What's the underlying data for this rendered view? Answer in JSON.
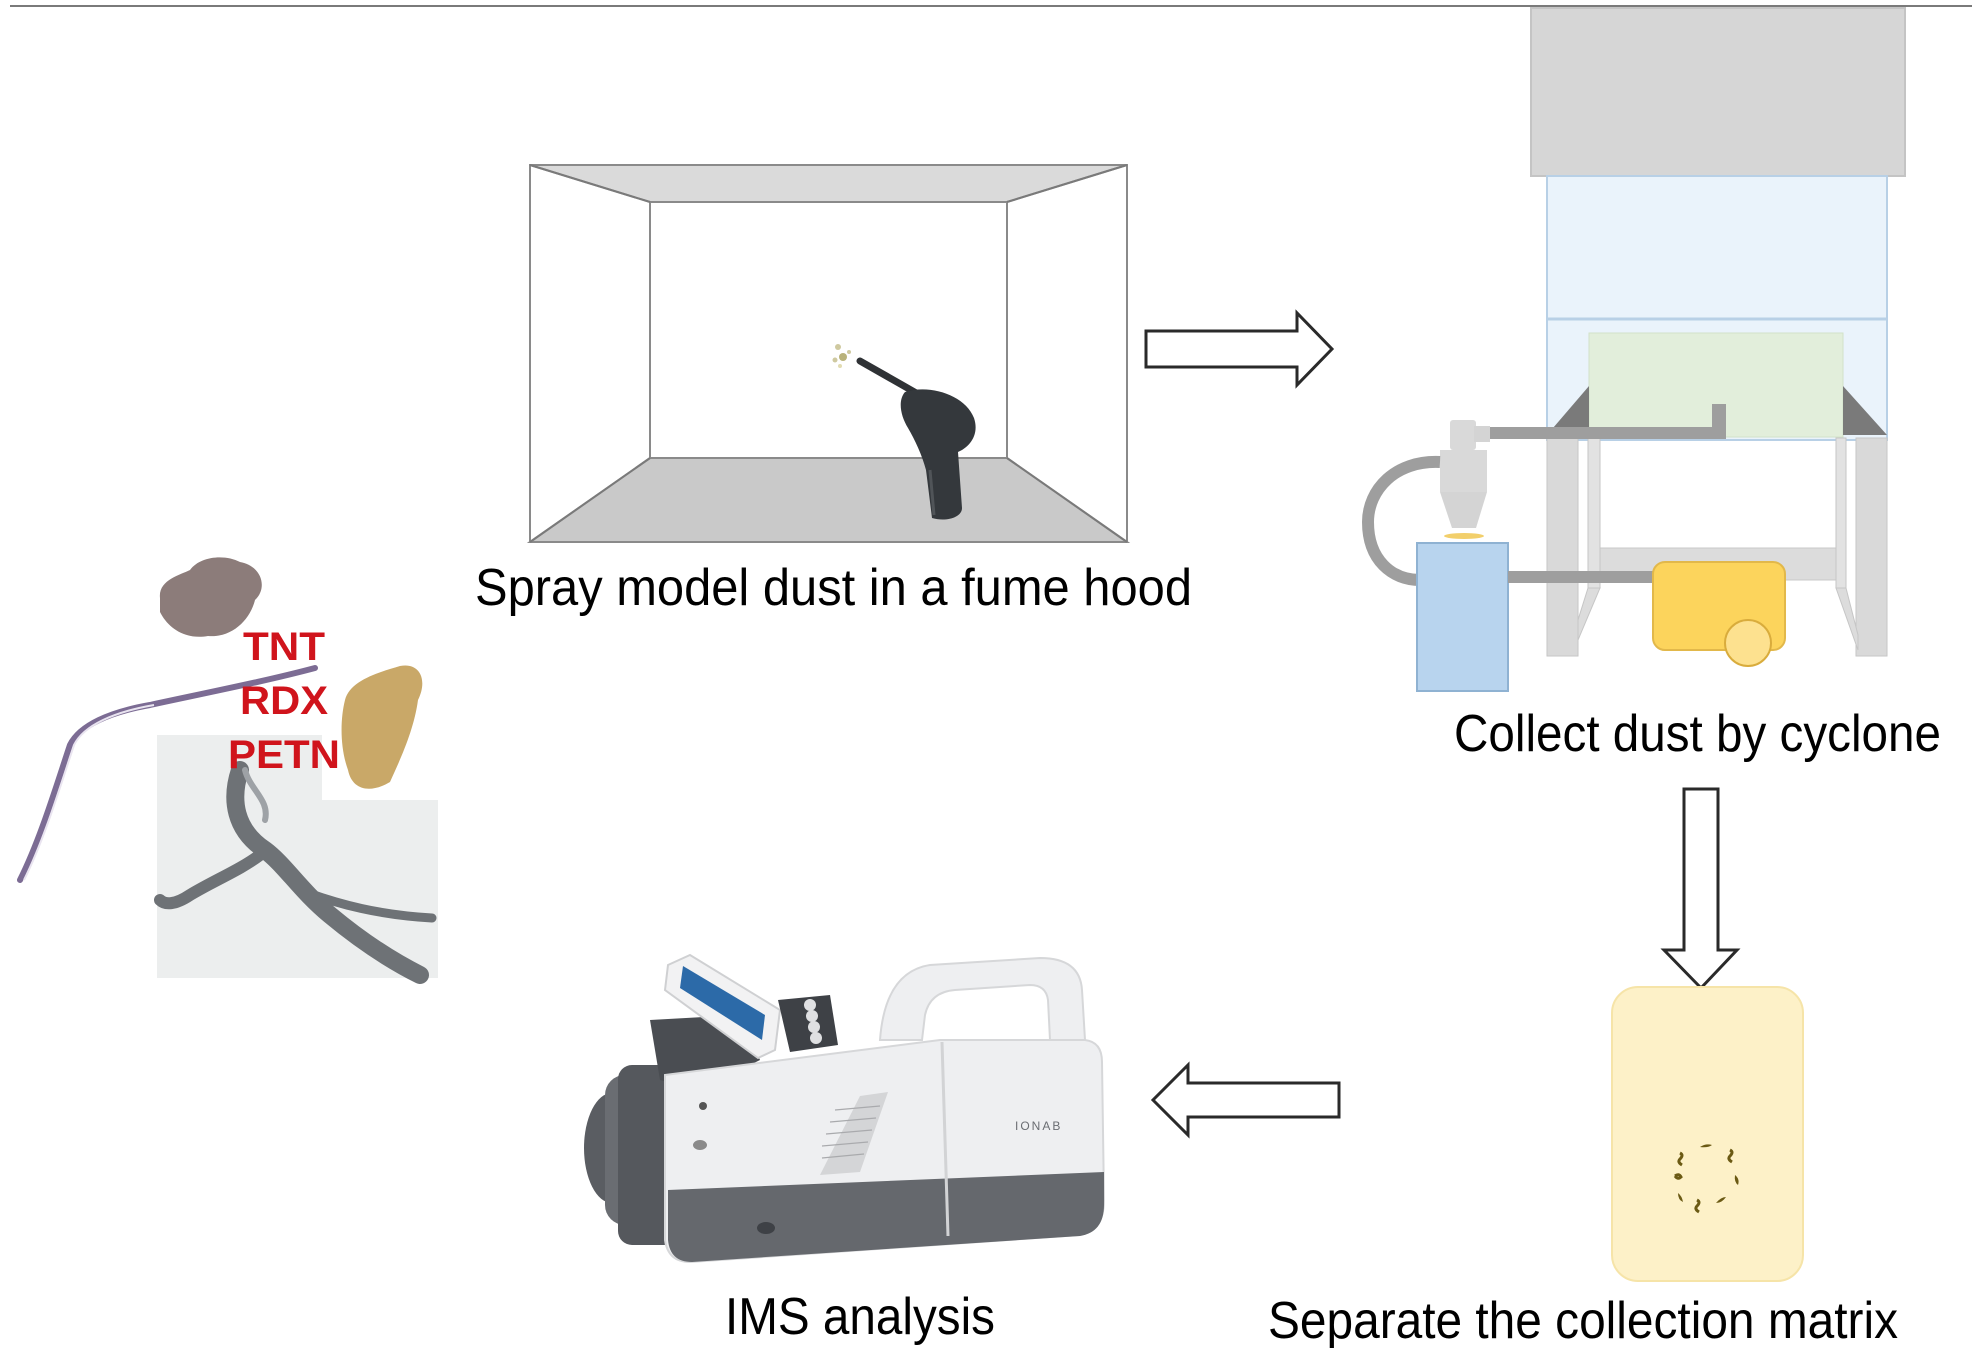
{
  "diagram": {
    "type": "process-flow",
    "steps": [
      {
        "id": "spray",
        "label": "Spray model dust in a fume hood"
      },
      {
        "id": "collect",
        "label": "Collect dust by cyclone"
      },
      {
        "id": "separate",
        "label": "Separate the collection matrix"
      },
      {
        "id": "ims",
        "label": "IMS analysis"
      }
    ],
    "flow": [
      {
        "from": "spray",
        "to": "collect",
        "direction": "right"
      },
      {
        "from": "collect",
        "to": "separate",
        "direction": "down"
      },
      {
        "from": "separate",
        "to": "ims",
        "direction": "left"
      }
    ],
    "sample_labels": [
      "TNT",
      "RDX",
      "PETN"
    ],
    "device_brand": "IONAB",
    "colors": {
      "explosive_label": "#d0141c",
      "hood_glass": "#eaf3fb",
      "hood_top": "#d6d6d6",
      "work_area": "#e2eedb",
      "collector_box": "#b8d4ee",
      "vacuum_pump": "#fcd45c",
      "matrix_card": "#fdf1c8",
      "dust_particles": "#6b5a14",
      "pipe": "#9e9e9e",
      "frame": "#d9d9d9"
    }
  }
}
